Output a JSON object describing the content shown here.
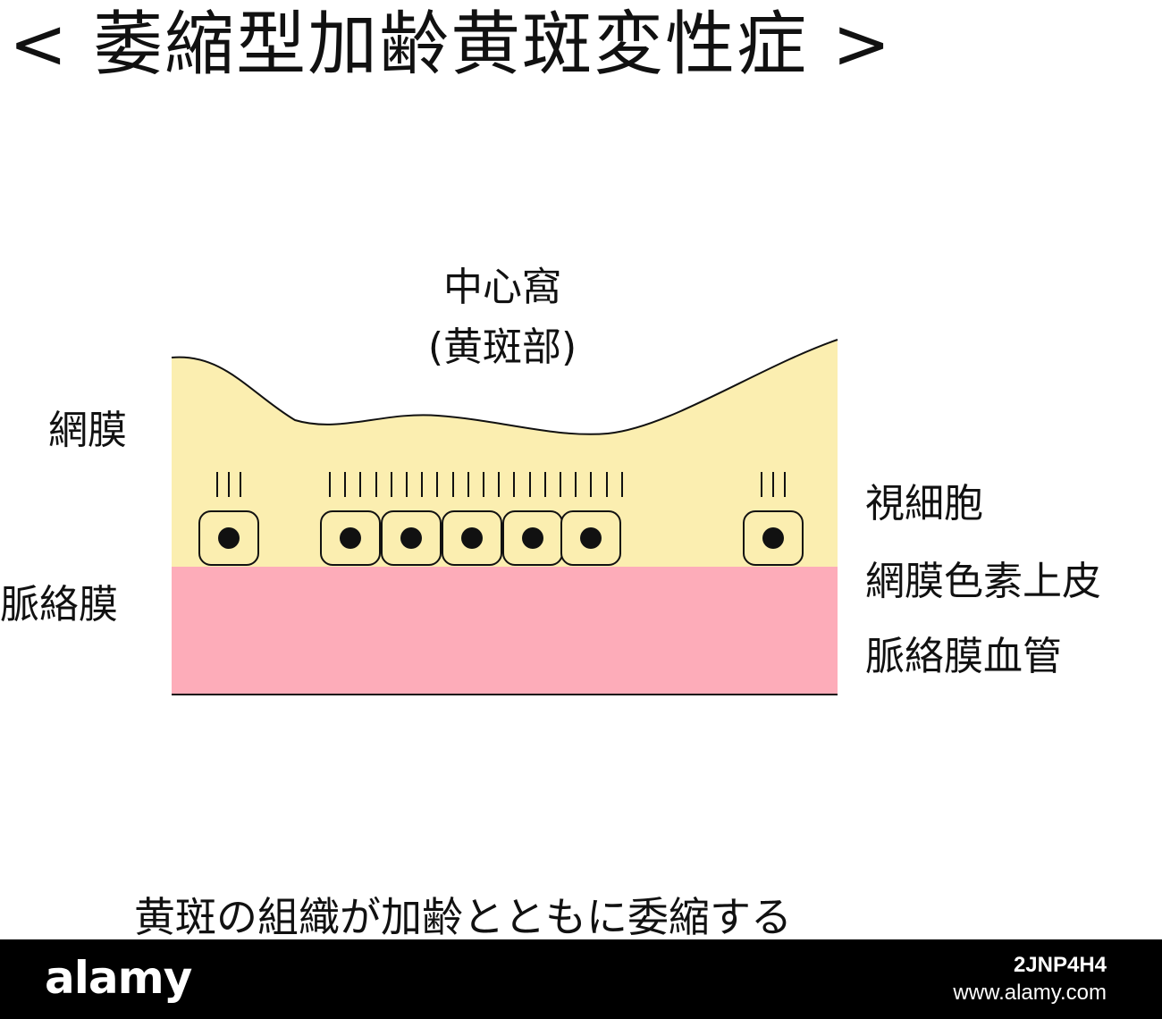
{
  "title": "< 萎縮型加齢黄斑変性症 >",
  "labels": {
    "fovea_line1": "中心窩",
    "fovea_line2": "(黄斑部)",
    "retina": "網膜",
    "choroid": "脈絡膜",
    "photoreceptor": "視細胞",
    "rpe": "網膜色素上皮",
    "choroid_vessels": "脈絡膜血管"
  },
  "caption": "黄斑の組織が加齢とともに委縮する",
  "colors": {
    "retina_fill": "#fbeeb0",
    "choroid_fill": "#fdacb9",
    "outline": "#111111",
    "footer_bg": "#000000"
  },
  "footer": {
    "logo": "alamy",
    "image_code": "2JNP4H4",
    "site": "www.alamy.com"
  }
}
